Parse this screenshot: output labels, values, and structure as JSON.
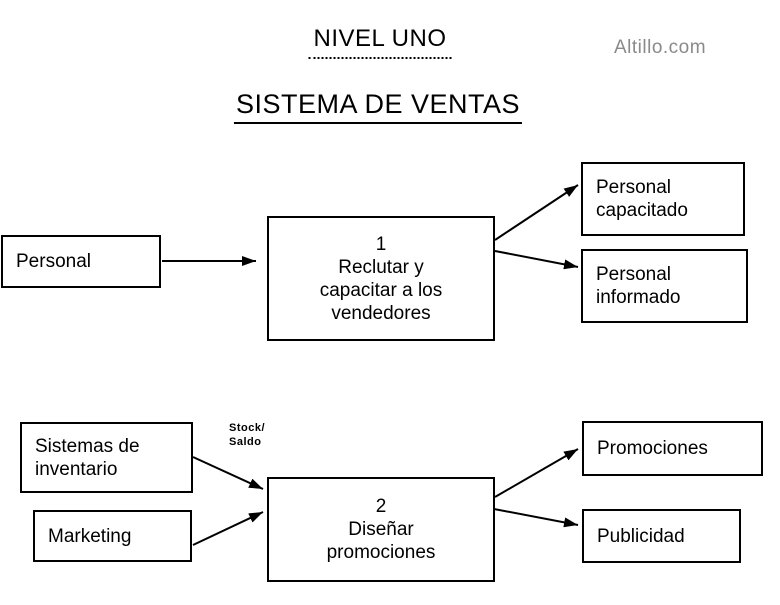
{
  "header": {
    "title": "NIVEL UNO",
    "subtitle": "SISTEMA DE VENTAS",
    "watermark": "Altillo.com"
  },
  "colors": {
    "background": "#ffffff",
    "box_border": "#000000",
    "text": "#000000",
    "arrow": "#000000",
    "watermark_text": "#8a8a8a"
  },
  "nodes": {
    "personal": {
      "label": "Personal"
    },
    "process1": {
      "label": "1\nReclutar y\ncapacitar a los\nvendedores"
    },
    "personal_capacitado": {
      "label": "Personal\ncapacitado"
    },
    "personal_informado": {
      "label": "Personal\ninformado"
    },
    "sistemas_inventario": {
      "label": "Sistemas de\ninventario"
    },
    "marketing": {
      "label": "Marketing"
    },
    "process2": {
      "label": "2\nDiseñar\npromociones"
    },
    "promociones": {
      "label": "Promociones"
    },
    "publicidad": {
      "label": "Publicidad"
    }
  },
  "labels": {
    "stock_saldo": "Stock/\nSaldo"
  },
  "connections": [
    {
      "from": "Personal",
      "to": "1 Reclutar y capacitar a los vendedores"
    },
    {
      "from": "1 Reclutar y capacitar a los vendedores",
      "to": "Personal capacitado"
    },
    {
      "from": "1 Reclutar y capacitar a los vendedores",
      "to": "Personal informado"
    },
    {
      "from": "Sistemas de inventario",
      "to": "2 Diseñar promociones",
      "label": "Stock/Saldo"
    },
    {
      "from": "Marketing",
      "to": "2 Diseñar promociones"
    },
    {
      "from": "2 Diseñar promociones",
      "to": "Promociones"
    },
    {
      "from": "2 Diseñar promociones",
      "to": "Publicidad"
    }
  ]
}
